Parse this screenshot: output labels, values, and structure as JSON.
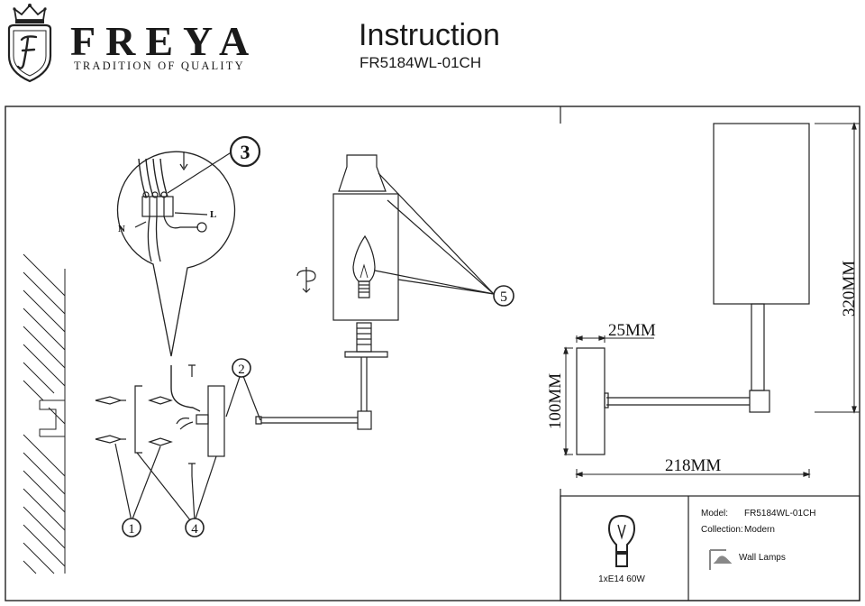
{
  "header": {
    "brand_name": "FREYA",
    "brand_tagline": "TRADITION OF QUALITY",
    "title": "Instruction",
    "model_code": "FR5184WL-01CH"
  },
  "callouts": {
    "one": "1",
    "two": "2",
    "three": "3",
    "four": "4",
    "five": "5"
  },
  "wiring": {
    "neutral_label": "N",
    "live_label": "L"
  },
  "dimensions": {
    "depth": "25MM",
    "height": "320MM",
    "backplate_height": "100MM",
    "width": "218MM"
  },
  "spec": {
    "model_label": "Model:",
    "model_value": "FR5184WL-01CH",
    "collection_label": "Collection:",
    "collection_value": "Modern",
    "category": "Wall Lamps",
    "bulb": "1xE14 60W"
  }
}
